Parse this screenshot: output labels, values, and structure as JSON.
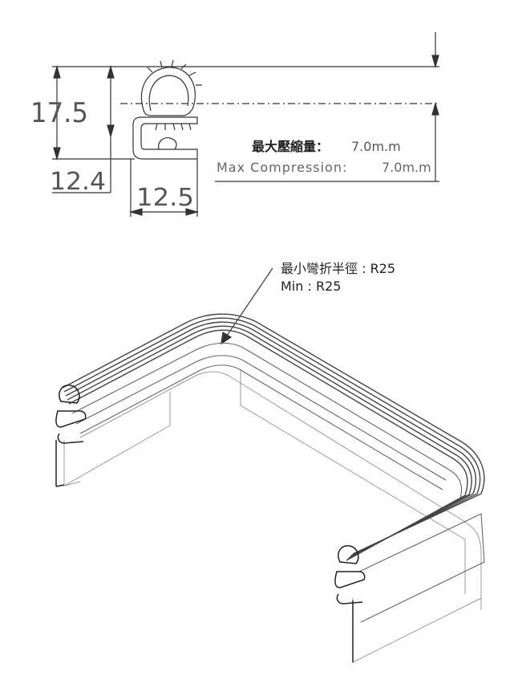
{
  "profile": {
    "dimensions": {
      "height": "17.5",
      "base_height": "12.4",
      "width": "12.5"
    },
    "compression": {
      "label_zh": "最大壓縮量：",
      "value_zh": "7.0m.m",
      "label_en": "Max Compression:",
      "value_en": "7.0m.m"
    }
  },
  "bend": {
    "label_zh": "最小彎折半徑 : R25",
    "label_en": "Min : R25"
  }
}
